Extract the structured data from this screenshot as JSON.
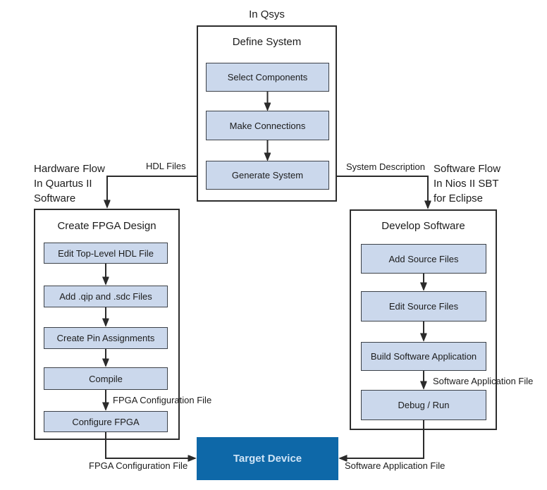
{
  "colors": {
    "box_fill": "#cbd8ec",
    "box_border": "#3c4148",
    "container_border": "#2d2d2d",
    "line": "#2b2b2b",
    "target_fill": "#0e68a8",
    "target_text": "#cfe4f6",
    "text": "#1c1c1c"
  },
  "qsys_flow": {
    "context_label": "In Qsys",
    "title": "Define System",
    "steps": [
      "Select Components",
      "Make Connections",
      "Generate System"
    ]
  },
  "hardware_flow": {
    "context_label_lines": [
      "Hardware Flow",
      "In Quartus II",
      "Software"
    ],
    "input_edge_label": "HDL Files",
    "title": "Create FPGA Design",
    "steps": [
      "Edit Top-Level HDL File",
      "Add .qip and .sdc Files",
      "Create Pin Assignments",
      "Compile",
      "Configure FPGA"
    ],
    "inner_edge_label": "FPGA Configuration File",
    "output_edge_label": "FPGA Configuration File"
  },
  "software_flow": {
    "context_label_lines": [
      "Software Flow",
      "In Nios II SBT",
      "for Eclipse"
    ],
    "input_edge_label": "System Description",
    "title": "Develop Software",
    "steps": [
      "Add Source Files",
      "Edit Source Files",
      "Build Software Application",
      "Debug / Run"
    ],
    "inner_edge_label": "Software Application File",
    "output_edge_label": "Software Application File"
  },
  "target_device": {
    "label": "Target Device"
  }
}
